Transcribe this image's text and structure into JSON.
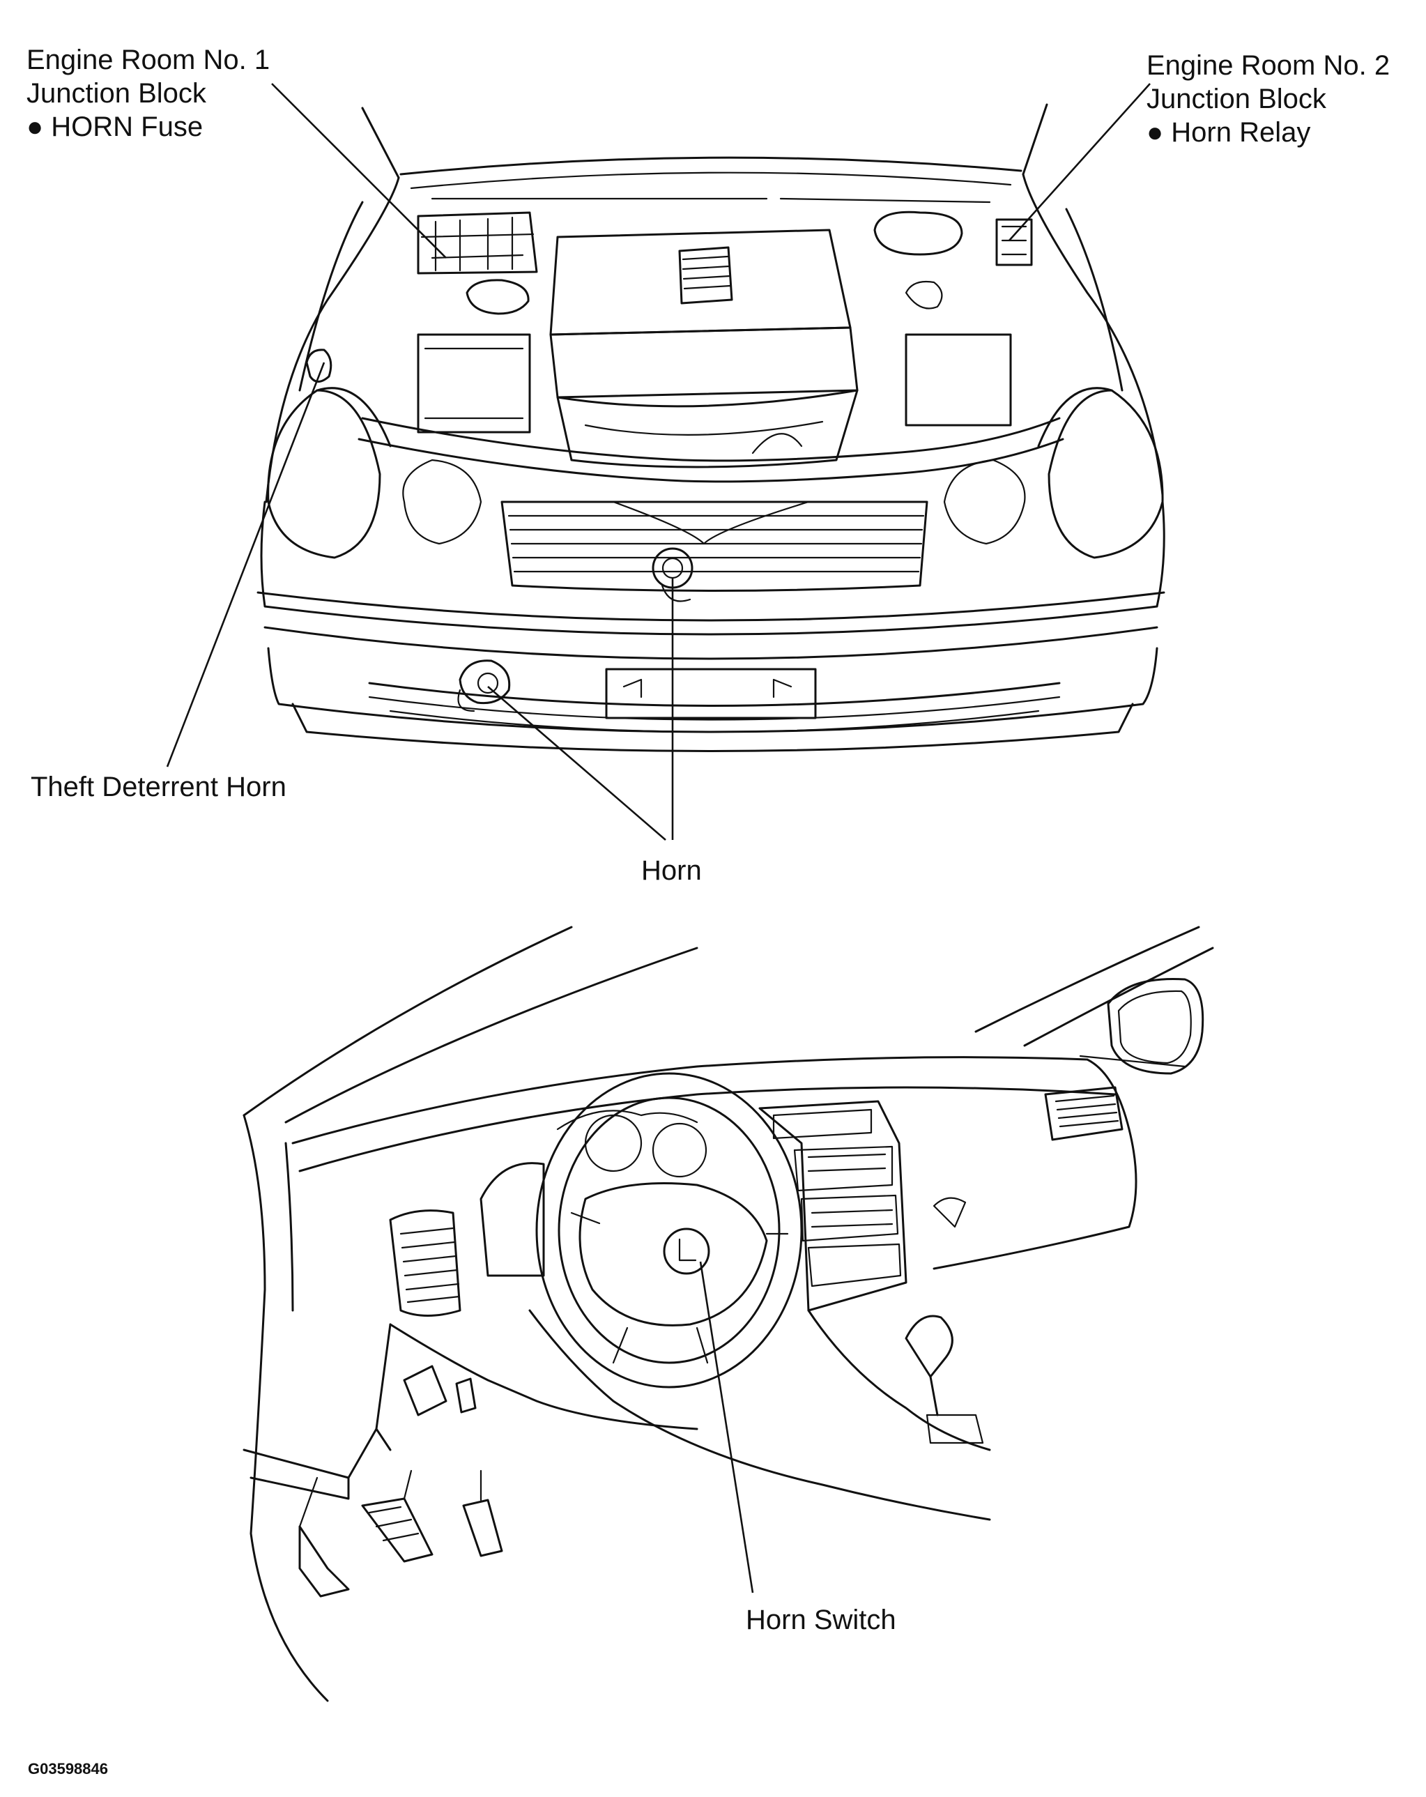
{
  "labels": {
    "engine_room_1": {
      "line1": "Engine Room No. 1",
      "line2": "Junction Block",
      "line3": "● HORN Fuse"
    },
    "engine_room_2": {
      "line1": "Engine Room No. 2",
      "line2": "Junction Block",
      "line3": "● Horn Relay"
    },
    "theft_deterrent_horn": "Theft Deterrent Horn",
    "horn": "Horn",
    "horn_switch": "Horn Switch"
  },
  "figure_code": "G03598846"
}
